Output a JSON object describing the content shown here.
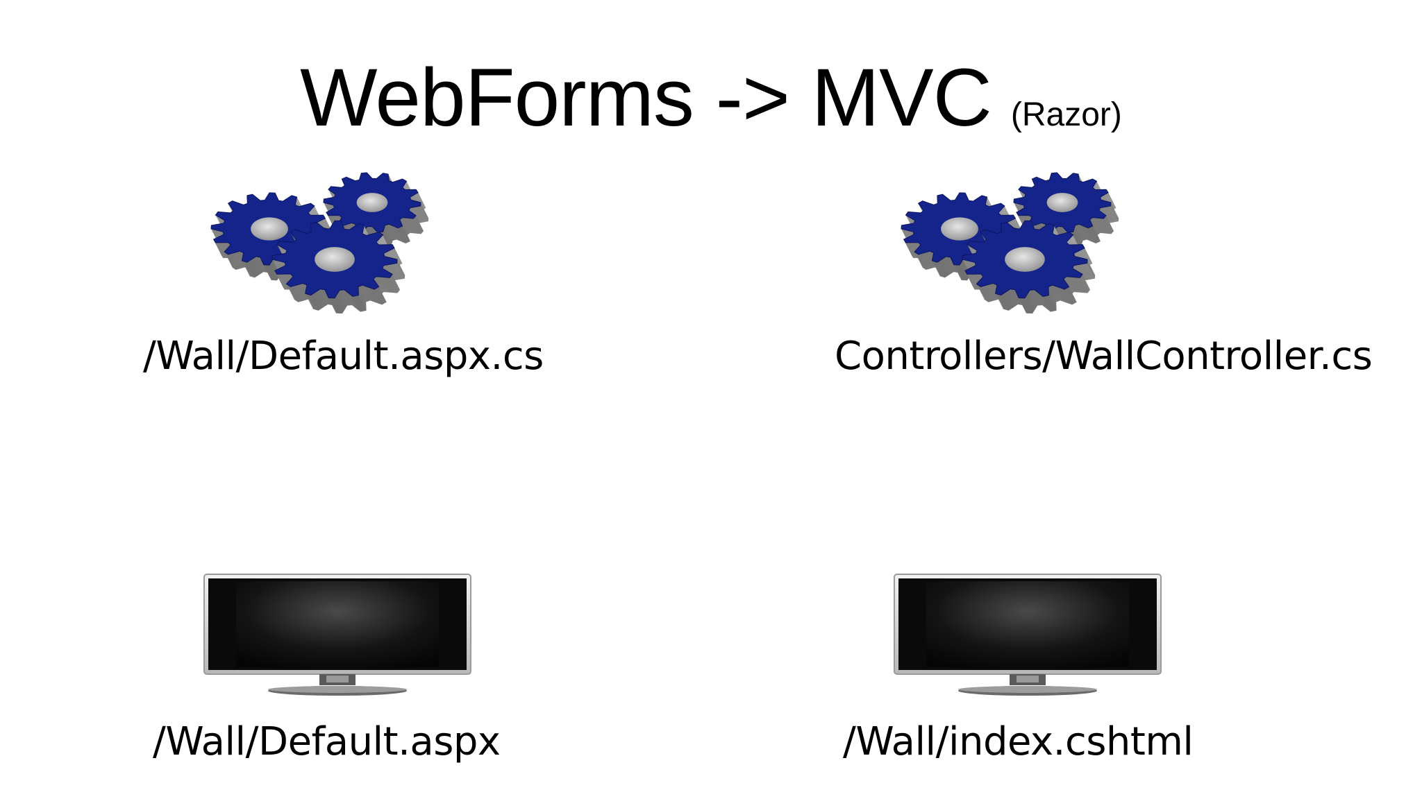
{
  "slide": {
    "title": "WebForms -> MVC",
    "title_suffix": "(Razor)",
    "left_column": {
      "code_label": "/Wall/Default.aspx.cs",
      "view_label": "/Wall/Default.aspx",
      "code_icon": "gears-icon",
      "view_icon": "monitor-icon"
    },
    "right_column": {
      "code_label": "Controllers/WallController.cs",
      "view_label": "/Wall/index.cshtml",
      "code_icon": "gears-icon",
      "view_icon": "monitor-icon"
    },
    "colors": {
      "gear_face": "#14248a",
      "gear_side": "#9a9a9a",
      "background": "#ffffff",
      "text": "#000000"
    }
  }
}
